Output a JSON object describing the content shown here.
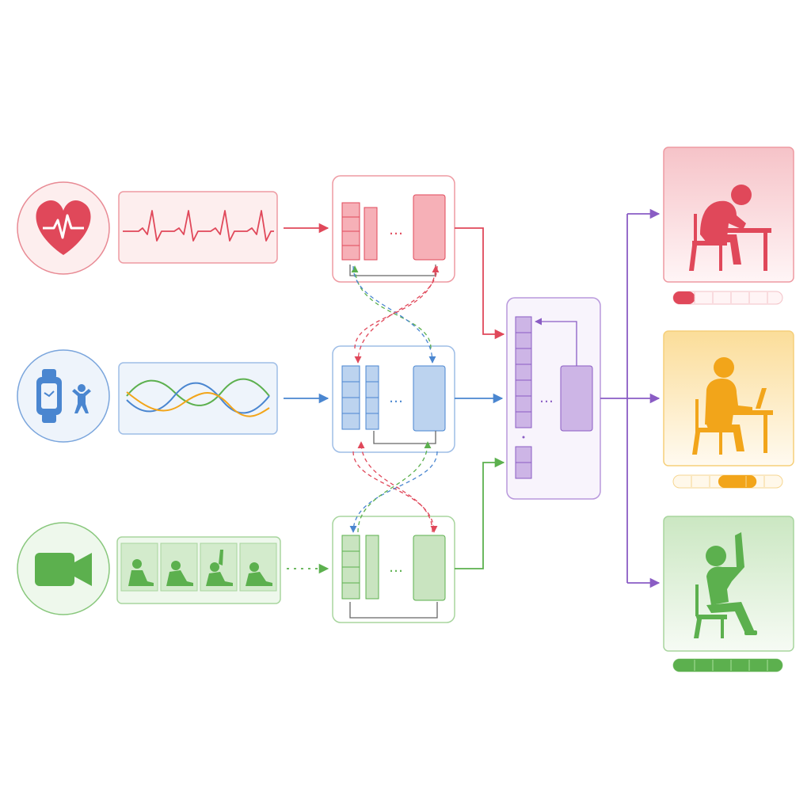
{
  "colors": {
    "red": "#e0485a",
    "red_light": "#f7c9cd",
    "blue": "#4a86d0",
    "blue_light": "#bcd3ef",
    "green": "#5cb04e",
    "green_light": "#c9e4c0",
    "purple": "#8a5cc4",
    "purple_light": "#cdb5e6",
    "orange": "#f2a51a",
    "orange_light": "#fbe2a6",
    "gray": "#666666"
  },
  "modalities": [
    {
      "id": "physiological",
      "icon": "heart-pulse-icon",
      "signal": "ecg-waveform",
      "color": "red"
    },
    {
      "id": "motion",
      "icon": "smartwatch-person-icon",
      "signal": "multichannel-waves",
      "color": "blue"
    },
    {
      "id": "video",
      "icon": "video-camera-icon",
      "signal": "video-frames",
      "color": "green"
    }
  ],
  "fusion": {
    "color": "purple"
  },
  "outcomes": [
    {
      "id": "distressed",
      "icon": "head-in-hand-student-icon",
      "color": "red",
      "level": 0.2
    },
    {
      "id": "focused",
      "icon": "laptop-student-icon",
      "color": "orange",
      "level": 0.5
    },
    {
      "id": "engaged",
      "icon": "hand-raised-student-icon",
      "color": "green",
      "level": 1.0
    }
  ]
}
